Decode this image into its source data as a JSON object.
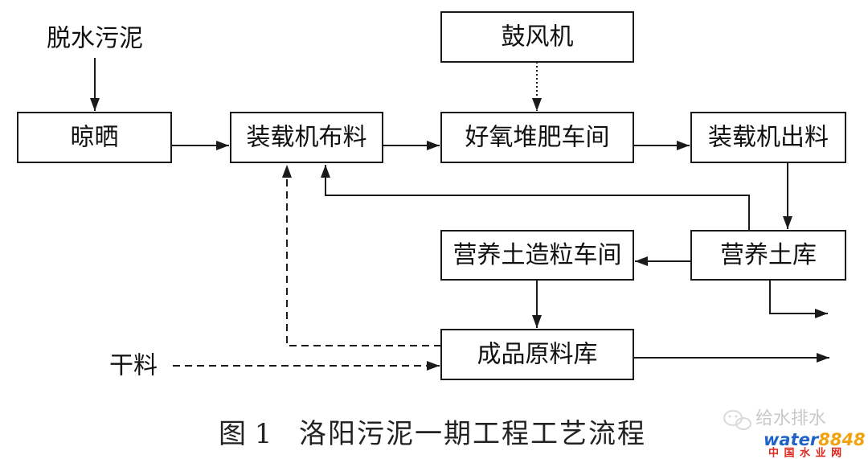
{
  "inputs": {
    "dewatered_sludge": "脱水污泥",
    "dry_material": "干料"
  },
  "nodes": {
    "drying": "晾晒",
    "loader_feeding": "装载机布料",
    "blower": "鼓风机",
    "aerobic_composting": "好氧堆肥车间",
    "loader_discharge": "装载机出料",
    "nutrient_soil_store": "营养土库",
    "granulation": "营养土造粒车间",
    "product_store": "成品原料库"
  },
  "figure": {
    "label": "图 1",
    "title": "洛阳污泥一期工程工艺流程"
  },
  "watermark": {
    "account": "给水排水",
    "brand_word": "water",
    "brand_number": "8848",
    "site_name": "中 国 水 业 网"
  },
  "colors": {
    "line": "#1a1a1a",
    "text": "#111111",
    "watermark_gray": "#c9c9c9",
    "brand_blue": "#1f63c6",
    "brand_orange": "#f2a20c",
    "site_red": "#e0261b"
  }
}
